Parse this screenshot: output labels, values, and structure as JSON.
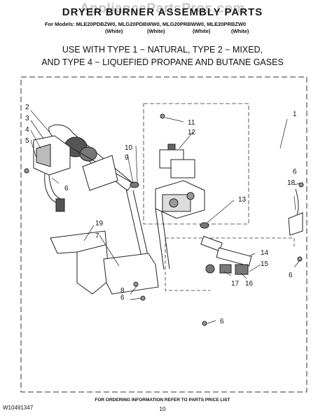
{
  "header": {
    "watermark": "AppliancePartsPros.com",
    "title": "DRYER BURNER ASSEMBLY PARTS",
    "models": "For Models: MLE20PDBZW0, MLG20PDBWW0, MLG20PRBWW0, MLE20PRBZW0",
    "model_colors": [
      "(White)",
      "(White)",
      "(White)",
      "(White)"
    ]
  },
  "usage": {
    "line1": "USE WITH TYPE 1 − NATURAL, TYPE 2 − MIXED,",
    "line2": "AND TYPE 4 − LIQUEFIED PROPANE AND BUTANE GASES"
  },
  "callouts": [
    "1",
    "2",
    "3",
    "4",
    "5",
    "6",
    "6",
    "6",
    "6",
    "6",
    "7",
    "8",
    "9",
    "10",
    "11",
    "12",
    "13",
    "14",
    "15",
    "16",
    "17",
    "18",
    "19"
  ],
  "footer": {
    "doc_number": "W10491347",
    "ordering_note": "FOR ORDERING INFORMATION REFER TO PARTS PRICE LIST",
    "page_number": "10"
  }
}
